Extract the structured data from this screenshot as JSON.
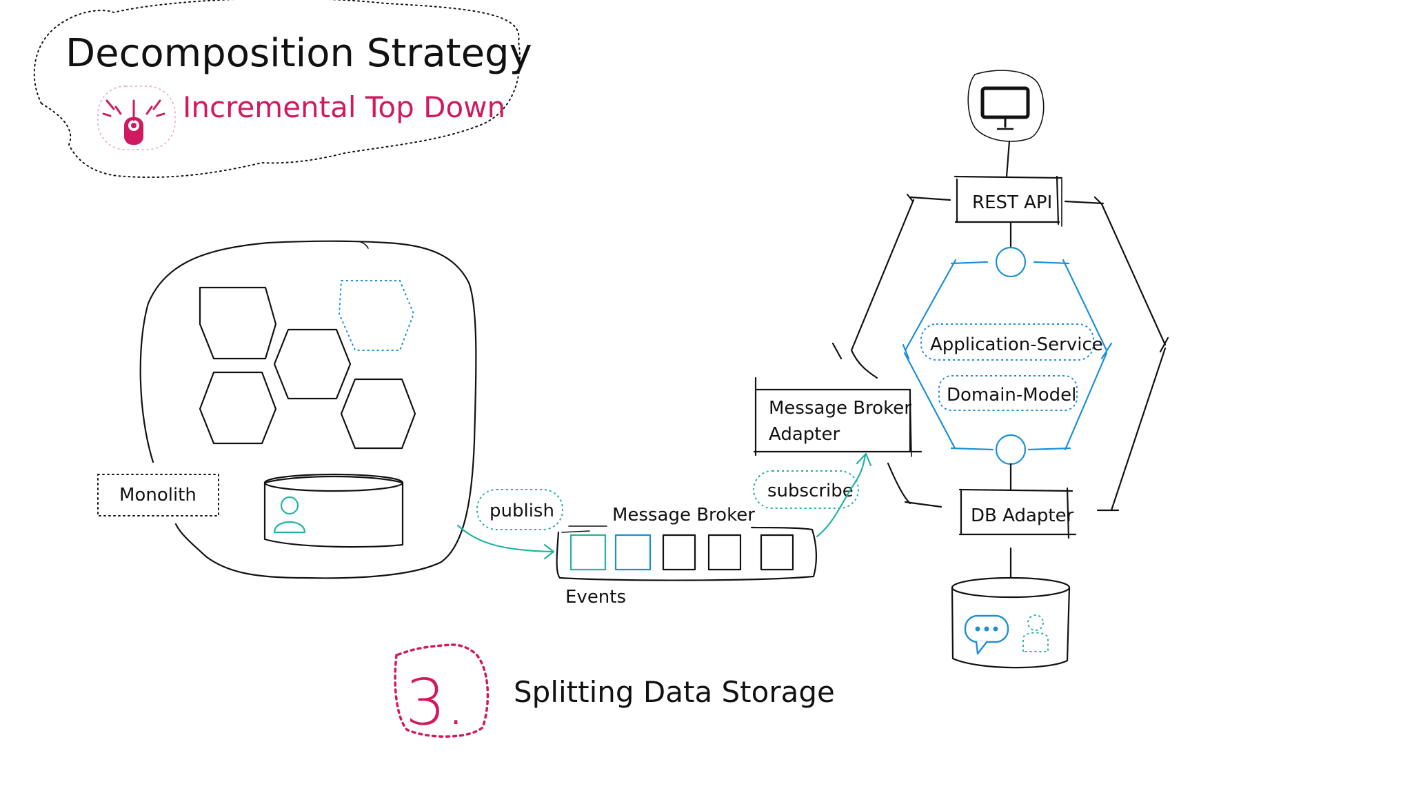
{
  "title": "Decomposition Strategy",
  "subtitle": "Incremental Top Down",
  "step": {
    "number": "3.",
    "label": "Splitting Data Storage"
  },
  "labels": {
    "monolith": "Monolith",
    "publish": "publish",
    "subscribe": "subscribe",
    "message_broker": "Message Broker",
    "events": "Events",
    "message_broker_adapter_line1": "Message Broker",
    "message_broker_adapter_line2": "Adapter",
    "rest_api": "REST API",
    "application_service": "Application-Service",
    "domain_model": "Domain-Model",
    "db_adapter": "DB Adapter"
  },
  "icons": {
    "headline": "transmitter-icon",
    "client": "monitor-icon",
    "monolith_user": "user-icon",
    "service_chat": "chat-bubble-icon",
    "service_user": "user-icon"
  },
  "colors": {
    "accent": "#d0195f",
    "blue": "#1a8fd6",
    "teal": "#21b3a0",
    "ink": "#111111"
  }
}
